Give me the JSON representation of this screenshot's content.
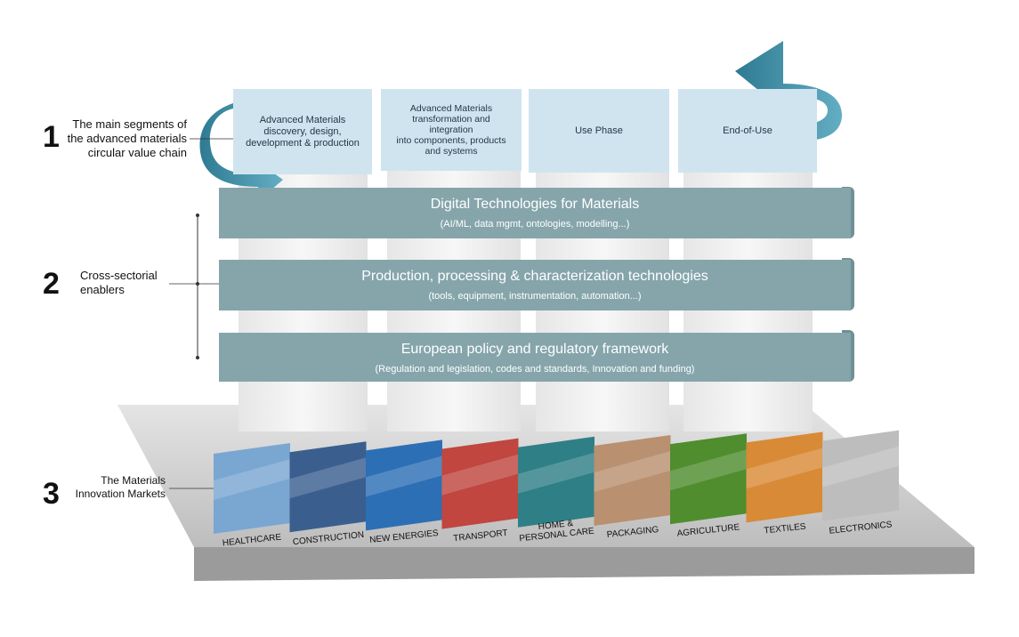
{
  "colors": {
    "segment": "#cfe4ef",
    "band": "#85a5ab",
    "arrow": "#3f8aa0",
    "platform": "#c7c7c7",
    "pillar": "#f3f3f3"
  },
  "sections": [
    {
      "number": "1",
      "label": [
        "The main segments of",
        "the advanced materials",
        "circular value chain"
      ]
    },
    {
      "number": "2",
      "label": [
        "Cross-sectorial",
        "enablers"
      ]
    },
    {
      "number": "3",
      "label": [
        "The Materials",
        "Innovation Markets"
      ]
    }
  ],
  "value_chain": [
    {
      "lines": [
        "Advanced Materials",
        "discovery, design,",
        "development & production"
      ]
    },
    {
      "lines": [
        "Advanced Materials",
        "transformation and integration",
        "into components, products",
        "and systems"
      ]
    },
    {
      "lines": [
        "Use Phase"
      ]
    },
    {
      "lines": [
        "End-of-Use"
      ]
    }
  ],
  "enablers": [
    {
      "title": "Digital Technologies for Materials",
      "subtitle": "(AI/ML, data mgmt, ontologies, modelling...)"
    },
    {
      "title": "Production, processing & characterization technologies",
      "subtitle": "(tools, equipment, instrumentation, automation...)"
    },
    {
      "title": "European policy and regulatory framework",
      "subtitle": "(Regulation and legislation, codes and standards, Innovation and funding)"
    }
  ],
  "markets": [
    {
      "lines": [
        "HEALTHCARE"
      ],
      "icon": "healthcare-photo",
      "color": "#7aa6d2"
    },
    {
      "lines": [
        "CONSTRUCTION"
      ],
      "icon": "construction-photo",
      "color": "#3a5f8f"
    },
    {
      "lines": [
        "NEW ENERGIES"
      ],
      "icon": "solar-panel-photo",
      "color": "#2d6fb5"
    },
    {
      "lines": [
        "TRANSPORT"
      ],
      "icon": "bus-photo",
      "color": "#c0463f"
    },
    {
      "lines": [
        "HOME &",
        "PERSONAL CARE"
      ],
      "icon": "living-room-photo",
      "color": "#2f7f86"
    },
    {
      "lines": [
        "PACKAGING"
      ],
      "icon": "packaging-photo",
      "color": "#b99070"
    },
    {
      "lines": [
        "AGRICULTURE"
      ],
      "icon": "field-photo",
      "color": "#4f8d2e"
    },
    {
      "lines": [
        "TEXTILES"
      ],
      "icon": "fabric-photo",
      "color": "#d98a36"
    },
    {
      "lines": [
        "ELECTRONICS"
      ],
      "icon": "washing-machine-photo",
      "color": "#bdbdbd"
    }
  ]
}
